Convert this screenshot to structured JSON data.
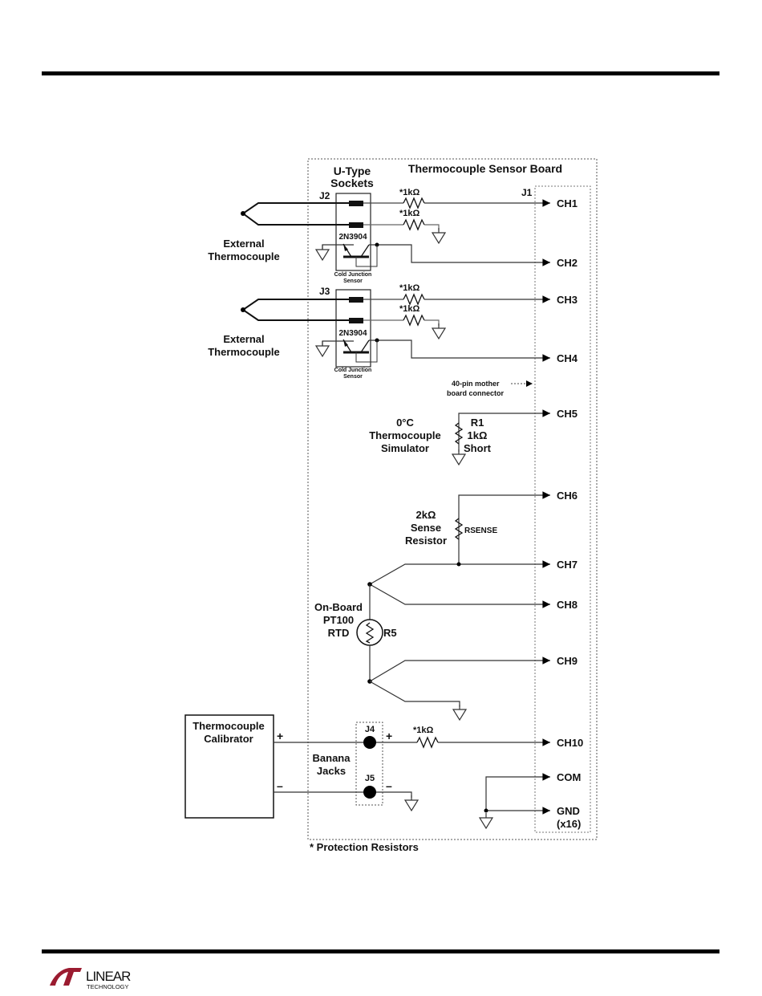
{
  "board": {
    "title": "Thermocouple Sensor Board",
    "footnote": "* Protection Resistors",
    "connector_label_1": "40-pin mother",
    "connector_label_2": "board connector",
    "j1_label": "J1"
  },
  "sockets": {
    "title_1": "U-Type",
    "title_2": "Sockets",
    "j2": "J2",
    "j3": "J3",
    "transistor": "2N3904",
    "cj_label_1": "Cold Junction",
    "cj_label_2": "Sensor",
    "ext_tc_1": "External",
    "ext_tc_2": "Thermocouple"
  },
  "resistors": {
    "protection": "*1kΩ"
  },
  "simulator": {
    "line1": "0°C",
    "line2": "Thermocouple",
    "line3": "Simulator",
    "r1_name": "R1",
    "r1_value": "1kΩ",
    "r1_note": "Short"
  },
  "sense": {
    "line1": "2kΩ",
    "line2": "Sense",
    "line3": "Resistor",
    "name": "RSENSE"
  },
  "rtd": {
    "line1": "On-Board",
    "line2": "PT100",
    "line3": "RTD",
    "name": "R5"
  },
  "calibrator": {
    "line1": "Thermocouple",
    "line2": "Calibrator",
    "plus": "+",
    "minus": "–"
  },
  "banana": {
    "line1": "Banana",
    "line2": "Jacks",
    "j4": "J4",
    "j5": "J5",
    "plus": "+",
    "minus": "–"
  },
  "channels": [
    "CH1",
    "CH2",
    "CH3",
    "CH4",
    "CH5",
    "CH6",
    "CH7",
    "CH8",
    "CH9",
    "CH10",
    "COM",
    "GND"
  ],
  "gnd_multiplier": "(x16)",
  "logo": {
    "brand": "LINEAR",
    "sub": "TECHNOLOGY",
    "color": "#9b1b30"
  }
}
